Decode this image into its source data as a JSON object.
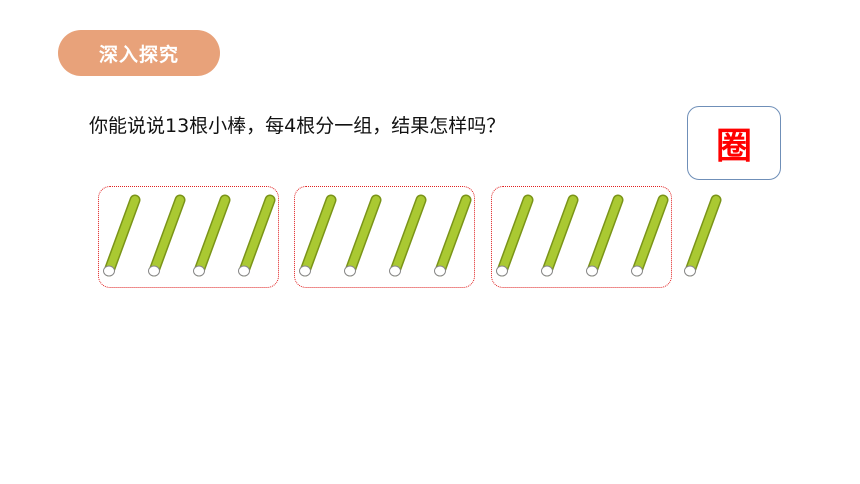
{
  "section_tag": {
    "label": "深入探究"
  },
  "question": {
    "text": "你能说说13根小棒，每4根分一组，结果怎样吗？"
  },
  "circle_button": {
    "label": "圈"
  },
  "sticks": {
    "total": 13,
    "per_group": 4,
    "groups": 3,
    "remainder": 1,
    "stick_color": "#aac932",
    "stick_outline": "#7a9418",
    "group_border_color": "#e02020"
  },
  "colors": {
    "tag_background": "#e8a27a",
    "button_border": "#6f8fb8",
    "button_text": "#ff0000"
  }
}
